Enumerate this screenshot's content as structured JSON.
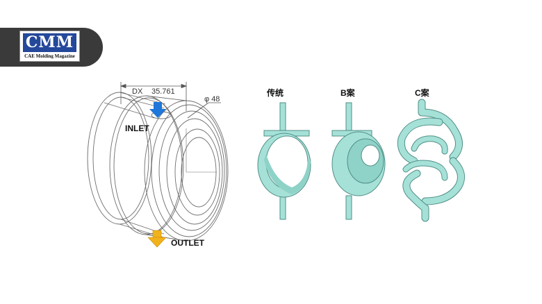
{
  "logo": {
    "main": "CMM",
    "sub": "CAE Molding Magazine"
  },
  "drawing": {
    "dx_label": "DX",
    "dx_value": "35.761",
    "diameter_label": "φ 48",
    "inlet_label": "INLET",
    "outlet_label": "OUTLET"
  },
  "designs": [
    {
      "label": "传统"
    },
    {
      "label": "B案"
    },
    {
      "label": "C案"
    }
  ],
  "colors": {
    "part_fill": "#a6e1d8",
    "part_stroke": "#4f8f86",
    "inlet_arrow": "#1f77d9",
    "outlet_arrow": "#f2b21c",
    "logo_blue": "#24489a"
  }
}
